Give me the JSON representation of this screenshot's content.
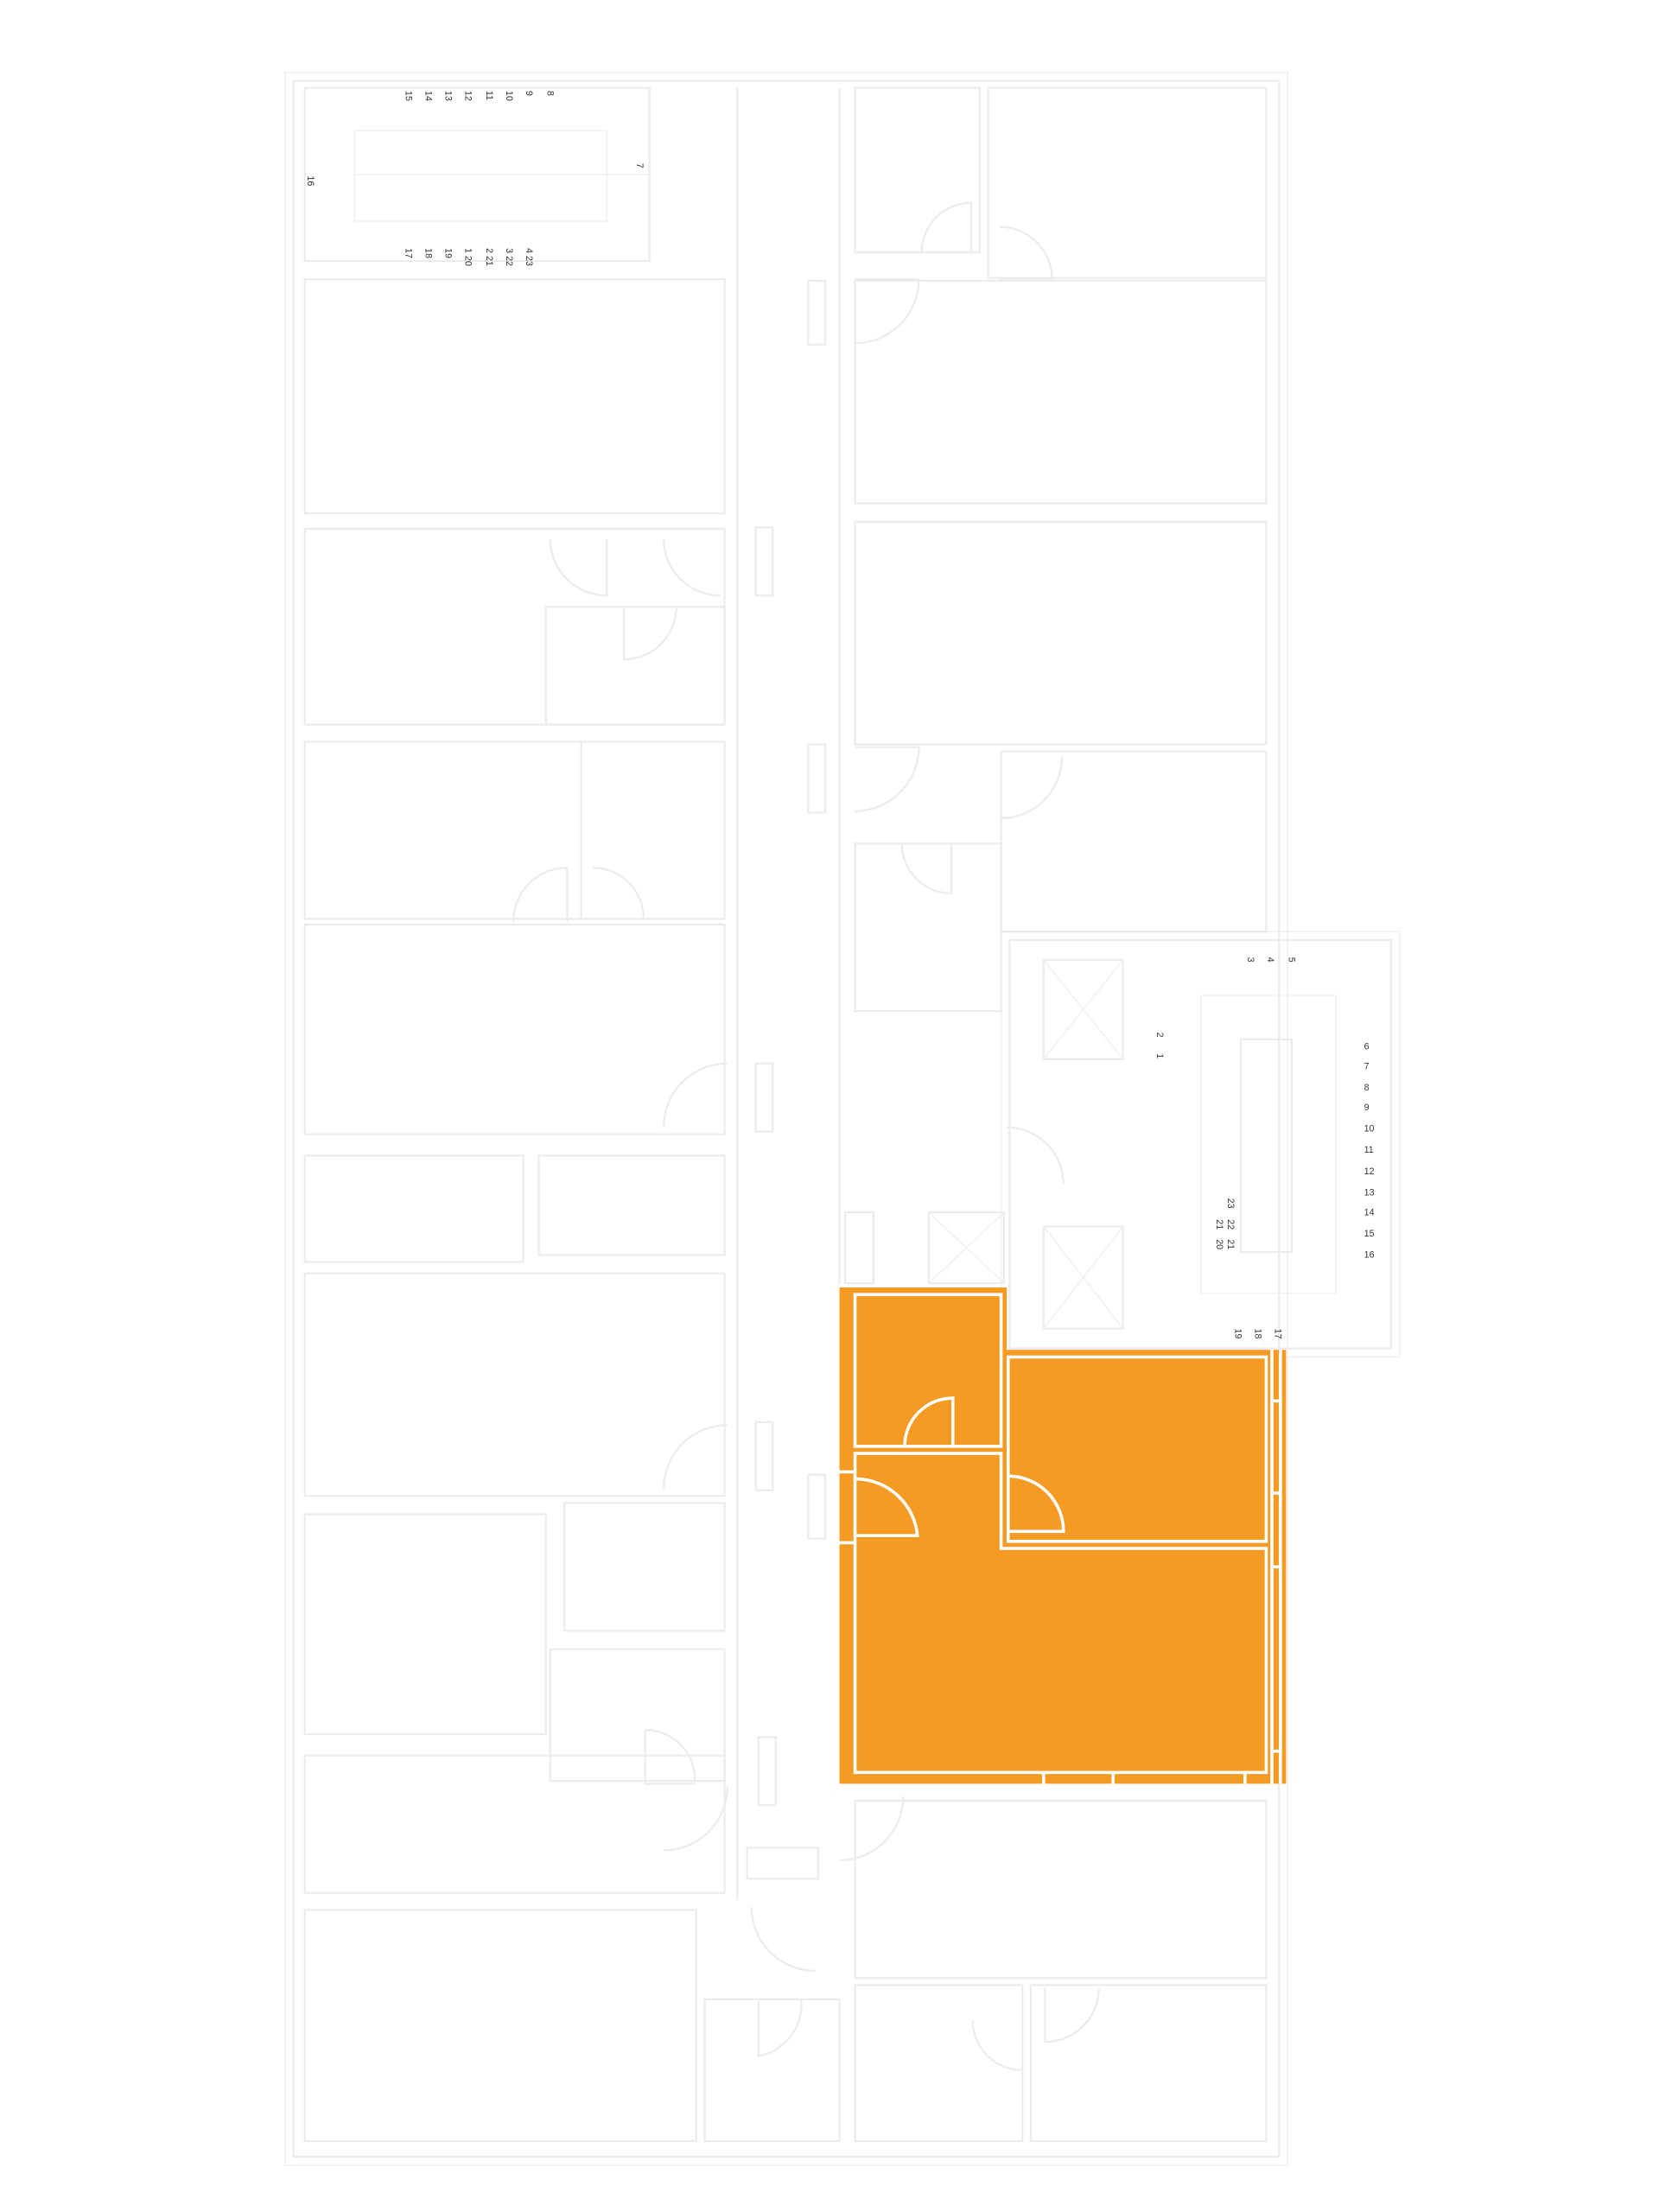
{
  "plan": {
    "highlight_color": "#F59B23",
    "wall_color": "#ECECEC",
    "left_stair": {
      "top_row": [
        "15",
        "14",
        "13",
        "12",
        "11",
        "10",
        "9",
        "8"
      ],
      "landing": [
        "7",
        "16"
      ],
      "bottom_row": [
        "17",
        "18",
        "19",
        "1 20",
        "2 21",
        "3 22",
        "4 23"
      ]
    },
    "right_stair": {
      "top_row": [
        "3",
        "4",
        "5"
      ],
      "entry": [
        "2",
        "1"
      ],
      "right_column": [
        "6",
        "7",
        "8",
        "9",
        "10",
        "11",
        "12",
        "13",
        "14",
        "15",
        "16"
      ],
      "winder": [
        "23",
        "22",
        "21",
        "21",
        "20"
      ],
      "bottom_row": [
        "19",
        "18",
        "17"
      ]
    }
  }
}
